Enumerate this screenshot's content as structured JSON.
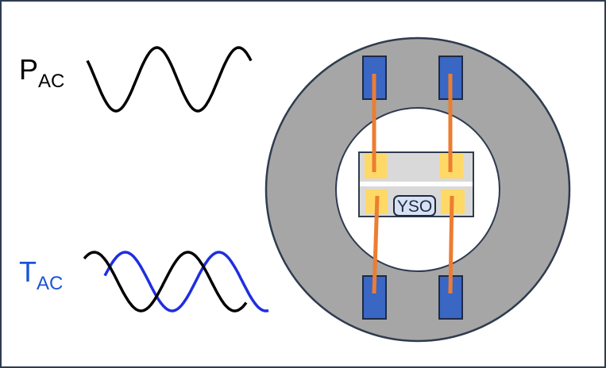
{
  "labels": {
    "p": {
      "main": "P",
      "sub": "AC"
    },
    "t": {
      "main": "T",
      "sub": "AC"
    },
    "sample": "YSO"
  },
  "colors": {
    "frame": "#2f3b4f",
    "pressure_wave": "#000000",
    "temperature_label": "#1a55d6",
    "temperature_wave_shifted": "#1f2ee0",
    "temperature_wave_ref": "#000000",
    "ring": "#a6a6a6",
    "ring_stroke": "#2f3b4f",
    "contact_pad": "#3a66c4",
    "wire": "#ed7d31",
    "sample_body": "#d9d9d9",
    "sample_contact": "#ffd966",
    "sample_label_bg": "#d6e2f3"
  }
}
